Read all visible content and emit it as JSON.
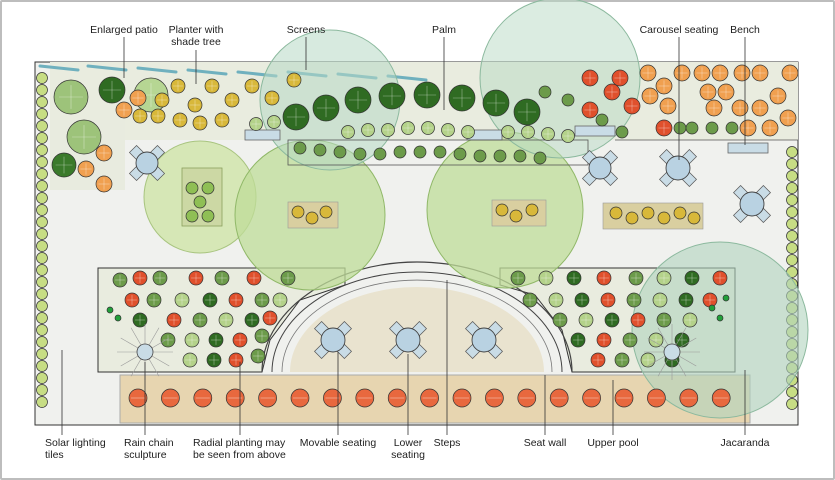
{
  "labels": {
    "enlarged_patio": "Enlarged patio",
    "planter_with_shade_tree": "Planter with\nshade tree",
    "screens": "Screens",
    "palm": "Palm",
    "carousel_seating": "Carousel seating",
    "bench": "Bench",
    "solar_lighting_tiles": "Solar lighting\ntiles",
    "rain_chain_sculpture": "Rain chain\nsculpture",
    "radial_planting": "Radial planting may\nbe seen from above",
    "movable_seating": "Movable seating",
    "lower_seating": "Lower\nseating",
    "steps": "Steps",
    "seat_wall": "Seat wall",
    "upper_pool": "Upper pool",
    "jacaranda": "Jacaranda"
  },
  "colors": {
    "paving": "#f0f1ee",
    "pool": "#e7d5b0",
    "dark_shrub": "#2f6b22",
    "mid_shrub": "#6c9b4a",
    "light_shrub": "#b4d28a",
    "red_plant": "#e0502c",
    "orange_plant": "#f0a050",
    "yellow_plant": "#d8b83a",
    "tree_canopy": "#bfdc98",
    "palm_canopy": "#b7d9c4",
    "jacaranda_canopy": "#b0d3be",
    "screen": "#6fb0be",
    "table": "#b9d2e2"
  }
}
